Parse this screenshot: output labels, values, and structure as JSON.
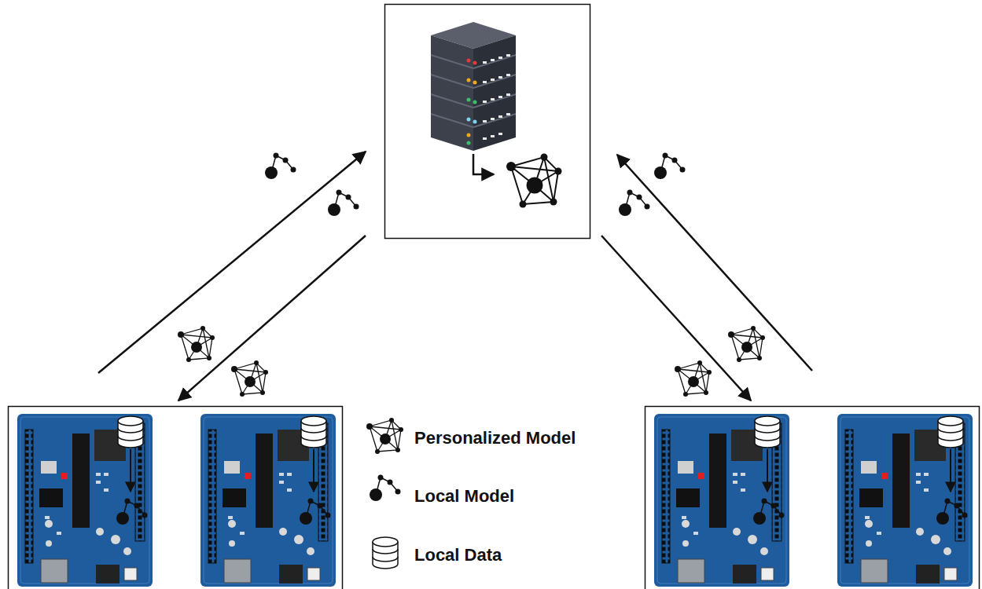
{
  "diagram": {
    "legend": [
      {
        "text": "Personalized Model"
      },
      {
        "text": "Local Model"
      },
      {
        "text": "Local Data"
      }
    ]
  }
}
